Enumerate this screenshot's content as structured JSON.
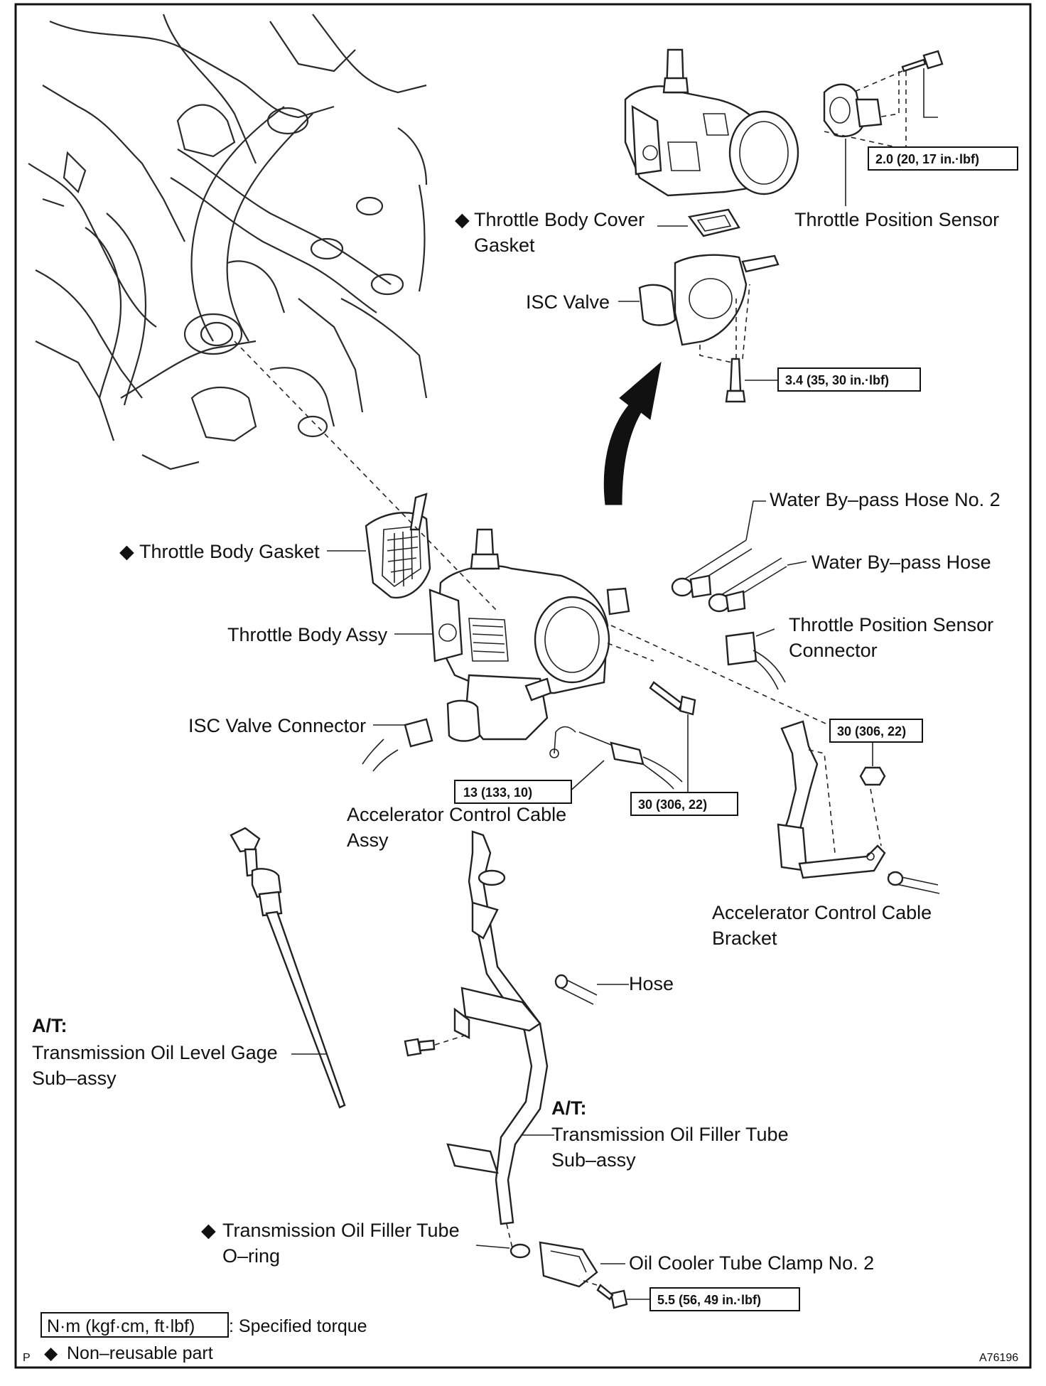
{
  "labels": {
    "throttle_position_sensor": "Throttle Position Sensor",
    "throttle_body_cover_gasket_1": "Throttle Body Cover",
    "throttle_body_cover_gasket_2": "Gasket",
    "isc_valve": "ISC Valve",
    "water_bypass_hose_no2": "Water By–pass Hose No. 2",
    "water_bypass_hose": "Water By–pass Hose",
    "throttle_body_gasket": "Throttle Body Gasket",
    "throttle_body_assy": "Throttle Body Assy",
    "tps_connector_1": "Throttle Position Sensor",
    "tps_connector_2": "Connector",
    "isc_valve_connector": "ISC Valve Connector",
    "accel_cable_assy_1": "Accelerator Control Cable",
    "accel_cable_assy_2": "Assy",
    "accel_cable_bracket_1": "Accelerator Control Cable",
    "accel_cable_bracket_2": "Bracket",
    "hose": "Hose",
    "oil_gage_at": "A/T:",
    "oil_gage_1": "Transmission Oil Level Gage",
    "oil_gage_2": "Sub–assy",
    "filler_tube_at": "A/T:",
    "filler_tube_1": "Transmission Oil Filler Tube",
    "filler_tube_2": "Sub–assy",
    "oring_1": "Transmission Oil Filler Tube",
    "oring_2": "O–ring",
    "oil_cooler_clamp": "Oil Cooler Tube Clamp No. 2"
  },
  "torques": {
    "tps_bolt": "2.0 (20, 17 in.·lbf)",
    "isc_bolt": "3.4 (35, 30 in.·lbf)",
    "bracket_nut": "30 (306, 22)",
    "cable_nut": "13 (133, 10)",
    "throttle_bolt": "30 (306, 22)",
    "clamp_bolt": "5.5 (56, 49 in.·lbf)"
  },
  "legend": {
    "torque_unit": "N·m (kgf·cm, ft·lbf)",
    "torque_desc": ": Specified torque",
    "non_reusable": "Non–reusable part",
    "diamond": "◆"
  },
  "footer": {
    "corner_letter": "P",
    "figure_id": "A76196"
  }
}
